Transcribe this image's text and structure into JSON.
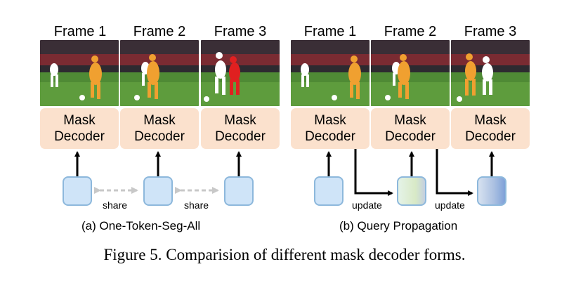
{
  "panel_a": {
    "frames": [
      {
        "label": "Frame 1",
        "decoder_line1": "Mask",
        "decoder_line2": "Decoder"
      },
      {
        "label": "Frame 2",
        "decoder_line1": "Mask",
        "decoder_line2": "Decoder"
      },
      {
        "label": "Frame 3",
        "decoder_line1": "Mask",
        "decoder_line2": "Decoder"
      }
    ],
    "share_labels": [
      "share",
      "share"
    ],
    "subtitle": "(a) One-Token-Seg-All"
  },
  "panel_b": {
    "frames": [
      {
        "label": "Frame 1",
        "decoder_line1": "Mask",
        "decoder_line2": "Decoder"
      },
      {
        "label": "Frame 2",
        "decoder_line1": "Mask",
        "decoder_line2": "Decoder"
      },
      {
        "label": "Frame 3",
        "decoder_line1": "Mask",
        "decoder_line2": "Decoder"
      }
    ],
    "update_labels": [
      "update",
      "update"
    ],
    "subtitle": "(b) Query Propagation"
  },
  "caption": "Figure 5. Comparision of different mask decoder forms.",
  "colors": {
    "decoder_fill": "#fbe1cd",
    "token_fill": "#cfe4f8",
    "token_border": "#8db8dc",
    "share_arrow": "#c8c8c8",
    "mask_orange": "#f0a030",
    "mask_red": "#e02020"
  }
}
